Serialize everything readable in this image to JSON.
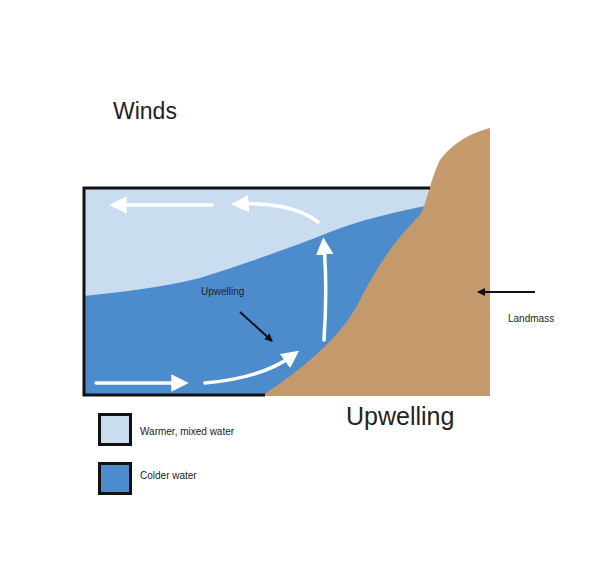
{
  "diagram": {
    "labels": [
      "Winds",
      "Upwelling",
      "Landmass",
      "Upwelling"
    ],
    "legend": [
      {
        "text": "Warmer, mixed water",
        "color": "#c9dcf0"
      },
      {
        "text": "Colder water",
        "color": "#4d8ccc"
      }
    ]
  }
}
